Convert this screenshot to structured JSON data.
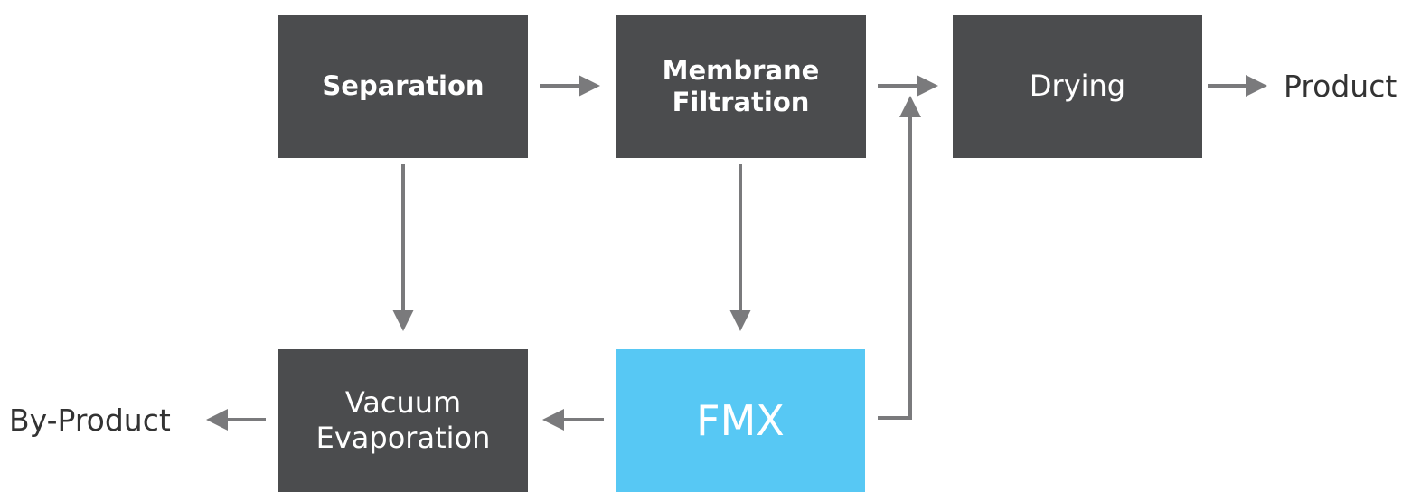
{
  "colors": {
    "process_box": "#4b4c4e",
    "highlight_box": "#57c8f4",
    "arrow": "#7a7a7c",
    "text_on_box": "#ffffff",
    "terminal_text": "#333333"
  },
  "nodes": {
    "separation": {
      "label": "Separation"
    },
    "membrane_filtration": {
      "label_line1": "Membrane",
      "label_line2": "Filtration"
    },
    "drying": {
      "label": "Drying"
    },
    "vacuum_evaporation": {
      "label_line1": "Vacuum",
      "label_line2": "Evaporation"
    },
    "fmx": {
      "label": "FMX"
    }
  },
  "outputs": {
    "product": "Product",
    "by_product": "By-Product"
  },
  "edges": [
    {
      "from": "Separation",
      "to": "Membrane Filtration"
    },
    {
      "from": "Separation",
      "to": "Vacuum Evaporation"
    },
    {
      "from": "Membrane Filtration",
      "to": "Drying"
    },
    {
      "from": "Membrane Filtration",
      "to": "FMX"
    },
    {
      "from": "FMX",
      "to": "Drying"
    },
    {
      "from": "FMX",
      "to": "Vacuum Evaporation"
    },
    {
      "from": "Drying",
      "to": "Product"
    },
    {
      "from": "Vacuum Evaporation",
      "to": "By-Product"
    }
  ]
}
